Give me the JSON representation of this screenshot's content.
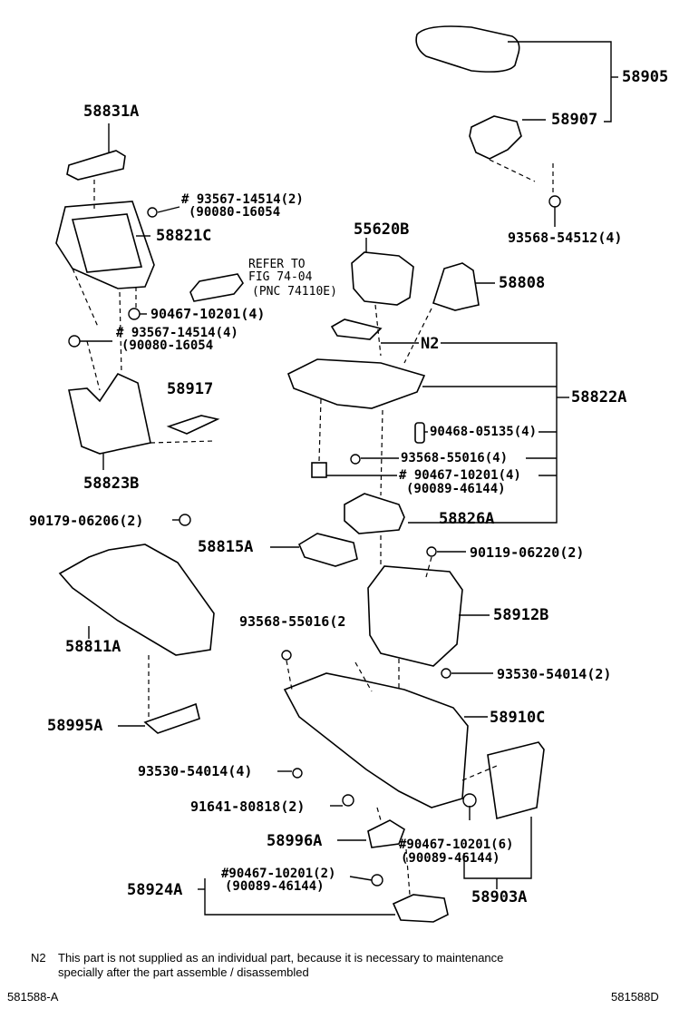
{
  "labels": {
    "p58905": "58905",
    "p58907": "58907",
    "p93568_54512": "93568-54512(4)",
    "p58831A": "58831A",
    "p93567_14514_top": "# 93567-14514(2)",
    "p90080_16054_top": "(90080-16054",
    "p58821C": "58821C",
    "p55620B": "55620B",
    "ref_line1": "REFER TO",
    "ref_line2": "FIG 74-04",
    "ref_line3": "(PNC 74110E)",
    "p58808": "58808",
    "p90467_10201_a": "90467-10201(4)",
    "p93567_14514_b": "# 93567-14514(4)",
    "p90080_16054_b": "(90080-16054",
    "pN2": "N2",
    "p58917": "58917",
    "p58822A": "58822A",
    "p90468_05135": "90468-05135(4)",
    "p93568_55016_a": "93568-55016(4)",
    "p90467_10201_b": "# 90467-10201(4)",
    "p90089_46144_a": "(90089-46144)",
    "p58823B": "58823B",
    "p58826A": "58826A",
    "p90179_06206": "90179-06206(2)",
    "p58815A": "58815A",
    "p90119_06220": "90119-06220(2)",
    "p93568_55016_b": "93568-55016(2",
    "p58912B": "58912B",
    "p58811A": "58811A",
    "p93530_54014_a": "93530-54014(2)",
    "p58995A": "58995A",
    "p58910C": "58910C",
    "p93530_54014_b": "93530-54014(4)",
    "p91641_80818": "91641-80818(2)",
    "p58996A": "58996A",
    "p90467_10201_c": "#90467-10201(6)",
    "p90089_46144_b": "(90089-46144)",
    "p90467_10201_d": "#90467-10201(2)",
    "p90089_46144_c": "(90089-46144)",
    "p58924A": "58924A",
    "p58903A": "58903A"
  },
  "footnote": {
    "marker": "N2",
    "line1": "This part is not supplied as an individual part, because it is necessary to maintenance",
    "line2": "specially after the part assemble / disassembled"
  },
  "codes": {
    "left": "581588-A",
    "right": "581588D"
  }
}
